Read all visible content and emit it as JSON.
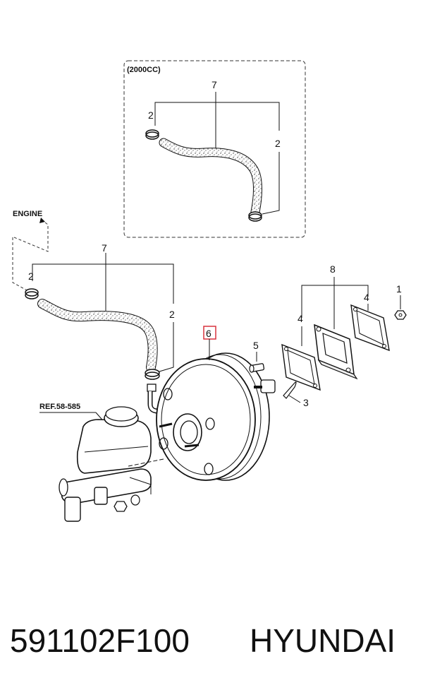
{
  "diagram": {
    "inset_label": "(2000CC)",
    "engine_label": "ENGINE",
    "ref_label": "REF.58-585",
    "callouts": {
      "inset_hose": "7",
      "inset_clamp_left": "2",
      "inset_clamp_right": "2",
      "main_hose": "7",
      "main_clamp_left": "2",
      "main_clamp_right": "2",
      "booster": "6",
      "pin": "5",
      "clip": "3",
      "gasket_left": "4",
      "spacer": "8",
      "gasket_right": "4",
      "nut": "1"
    },
    "highlight_color": "#d9333f"
  },
  "footer": {
    "part_number": "591102F100",
    "brand": "HYUNDAI"
  }
}
